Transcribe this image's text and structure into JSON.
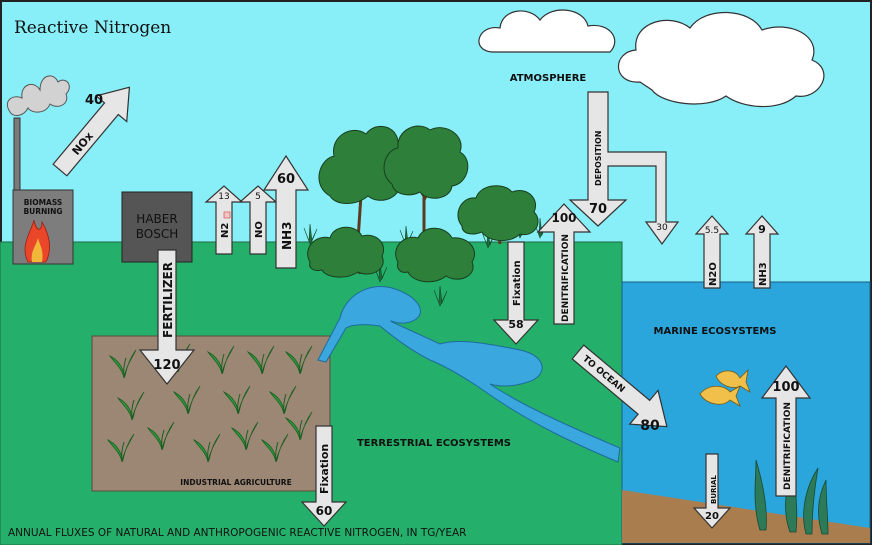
{
  "title": "Reactive Nitrogen",
  "caption": "ANNUAL FLUXES OF NATURAL AND ANTHROPOGENIC REACTIVE NITROGEN, IN TG/YEAR",
  "regions": {
    "atmosphere": "ATMOSPHERE",
    "marine": "MARINE ECOSYSTEMS",
    "terrestrial": "TERRESTRIAL ECOSYSTEMS",
    "agriculture": "INDUSTRIAL AGRICULTURE"
  },
  "sources": {
    "biomass_line1": "BIOMASS",
    "biomass_line2": "BURNING",
    "haber_line1": "HABER",
    "haber_line2": "BOSCH"
  },
  "fluxes": {
    "nox": {
      "label": "NOx",
      "value": "40"
    },
    "n2": {
      "label": "N2",
      "value": "13"
    },
    "no": {
      "label": "NO",
      "value": "5"
    },
    "nh3_land": {
      "label": "NH3",
      "value": "60"
    },
    "fertilizer": {
      "label": "FERTILIZER",
      "value": "120"
    },
    "fixation_agri": {
      "label": "Fixation",
      "value": "60"
    },
    "fixation_land": {
      "label": "Fixation",
      "value": "58"
    },
    "denitrification_land": {
      "label": "DENITRIFICATION",
      "value": "100"
    },
    "deposition": {
      "label": "DEPOSITION",
      "value": "70",
      "ocean_value": "30"
    },
    "n2o_ocean": {
      "label": "N2O",
      "value": "5.5"
    },
    "nh3_ocean": {
      "label": "NH3",
      "value": "9"
    },
    "to_ocean": {
      "label": "TO OCEAN",
      "value": "80"
    },
    "denitrification_ocean": {
      "label": "DENITRIFICATION",
      "value": "100"
    },
    "burial": {
      "label": "BURIAL",
      "value": "20"
    }
  },
  "colors": {
    "sky": "#88eef8",
    "land": "#24b06a",
    "ocean": "#2aa6dd",
    "agriculture": "#9b8774",
    "seafloor": "#a97d4e",
    "river": "#3aa7df",
    "arrow_fill": "#e6e6e6",
    "tree": "#2e7f3a"
  }
}
